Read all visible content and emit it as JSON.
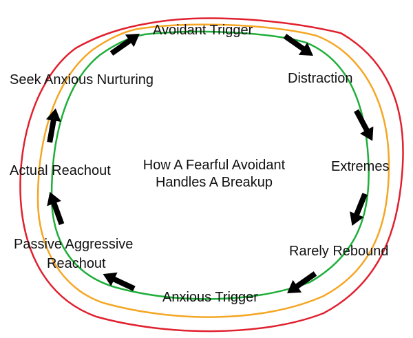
{
  "center_text": {
    "line1": "How A Fearful Avoidant",
    "line2": "Handles A Breakup"
  },
  "nodes": {
    "avoidant_trigger": "Avoidant Trigger",
    "distraction": "Distraction",
    "extremes": "Extremes",
    "rarely_rebound": "Rarely Rebound",
    "anxious_trigger": "Anxious Trigger",
    "passive_aggressive_line1": "Passive Aggressive",
    "passive_aggressive_line2": "Reachout",
    "actual_reachout": "Actual Reachout",
    "seek_anxious_nurturing": "Seek Anxious Nurturing"
  },
  "colors": {
    "outer_loop": "#e0202e",
    "middle_loop": "#f5a623",
    "inner_loop": "#1fae3a",
    "arrows": "#000000"
  }
}
